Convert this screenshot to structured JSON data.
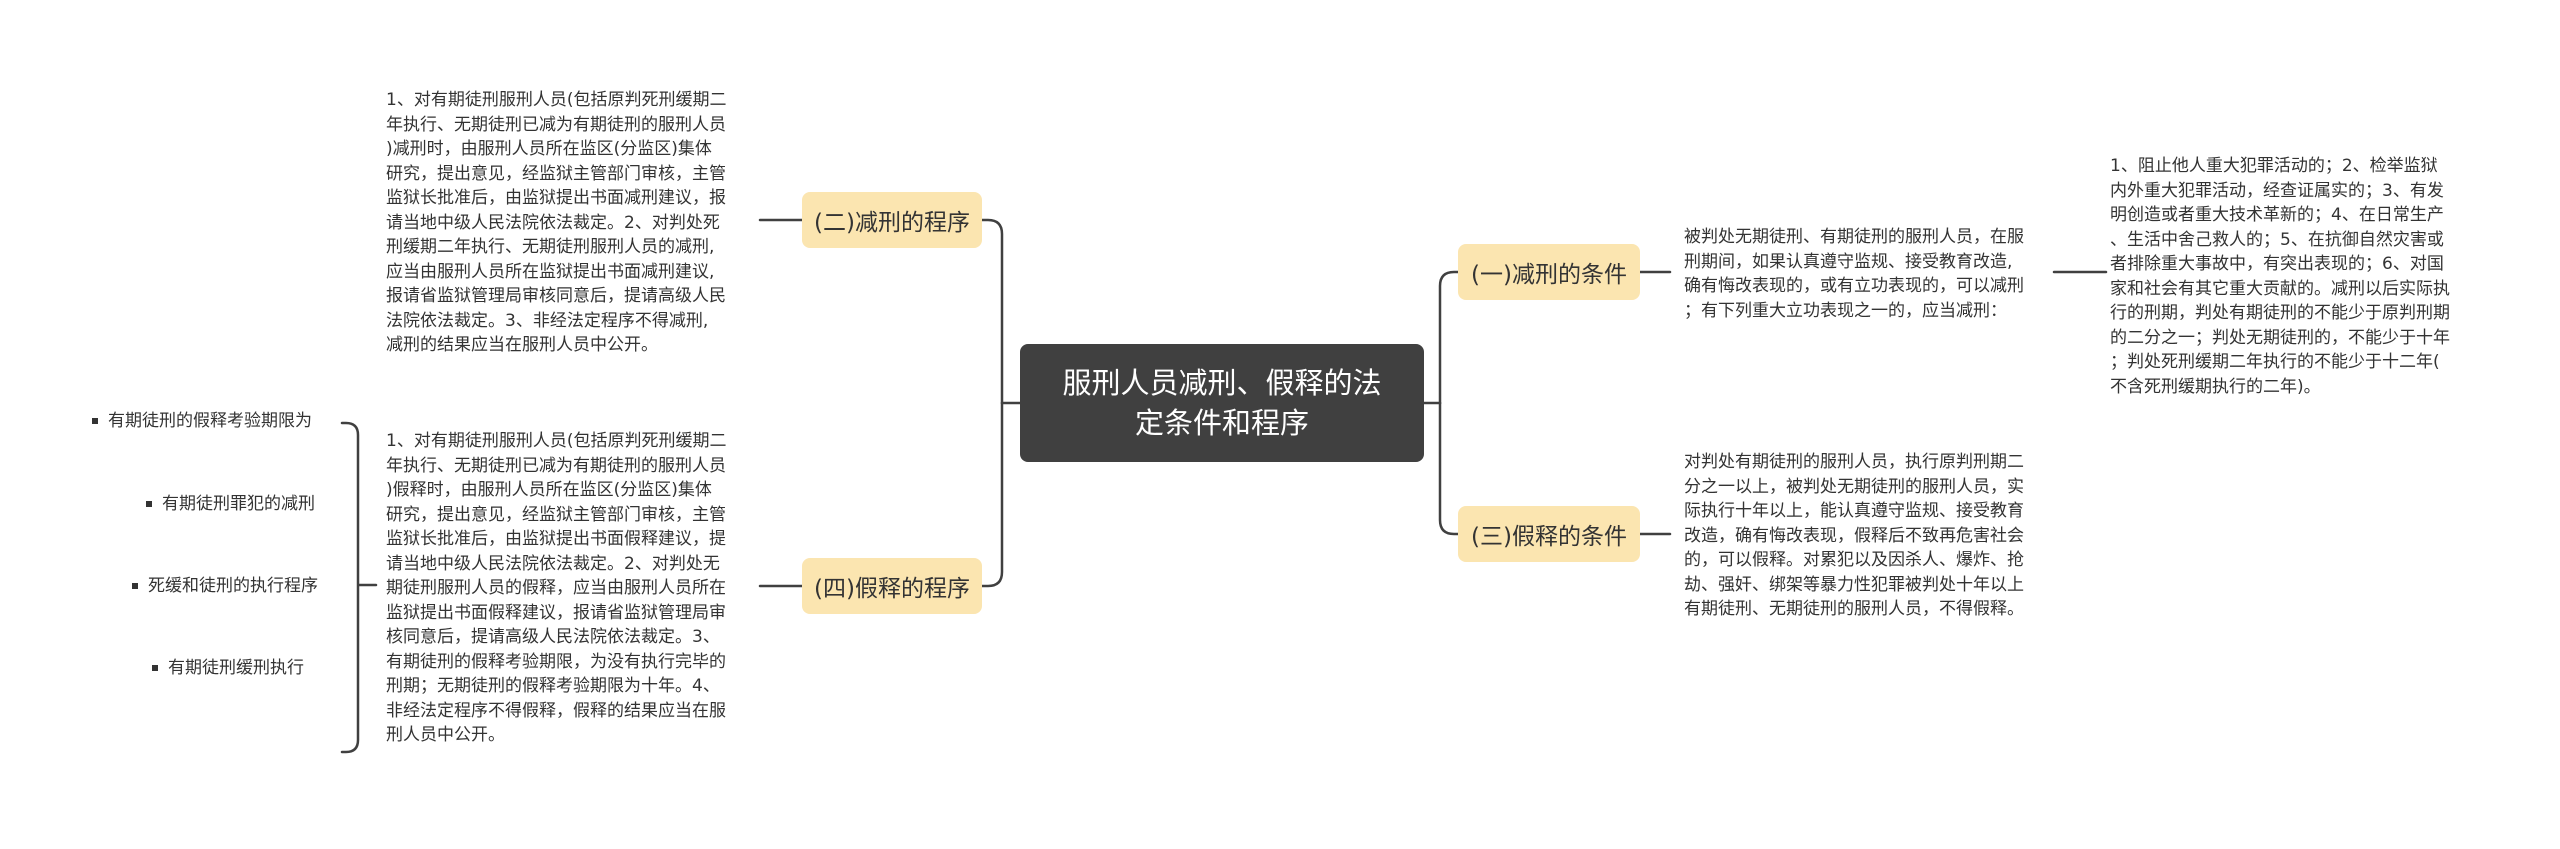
{
  "root": {
    "title": "服刑人员减刑、假释的法\n定条件和程序"
  },
  "branches": {
    "jianxing_chengxu": "(二)减刑的程序",
    "jiashi_chengxu": "(四)假释的程序",
    "jianxing_tiaojian": "(一)减刑的条件",
    "jiashi_tiaojian": "(三)假释的条件"
  },
  "texts": {
    "jianxing_chengxu": "1、对有期徒刑服刑人员(包括原判死刑缓期二\n年执行、无期徒刑已减为有期徒刑的服刑人员\n)减刑时，由服刑人员所在监区(分监区)集体\n研究，提出意见，经监狱主管部门审核，主管\n监狱长批准后，由监狱提出书面减刑建议，报\n请当地中级人民法院依法裁定。2、对判处死\n刑缓期二年执行、无期徒刑服刑人员的减刑,\n应当由服刑人员所在监狱提出书面减刑建议,\n报请省监狱管理局审核同意后，提请高级人民\n法院依法裁定。3、非经法定程序不得减刑,\n减刑的结果应当在服刑人员中公开。",
    "jiashi_chengxu": "1、对有期徒刑服刑人员(包括原判死刑缓期二\n年执行、无期徒刑已减为有期徒刑的服刑人员\n)假释时，由服刑人员所在监区(分监区)集体\n研究，提出意见，经监狱主管部门审核，主管\n监狱长批准后，由监狱提出书面假释建议，提\n请当地中级人民法院依法裁定。2、对判处无\n期徒刑服刑人员的假释，应当由服刑人员所在\n监狱提出书面假释建议，报请省监狱管理局审\n核同意后，提请高级人民法院依法裁定。3、\n有期徒刑的假释考验期限，为没有执行完毕的\n刑期；无期徒刑的假释考验期限为十年。4、\n非经法定程序不得假释，假释的结果应当在服\n刑人员中公开。",
    "jianxing_tiaojian": "被判处无期徒刑、有期徒刑的服刑人员，在服\n刑期间，如果认真遵守监规、接受教育改造,\n确有悔改表现的，或有立功表现的，可以减刑\n；有下列重大立功表现之一的，应当减刑：",
    "jianxing_tiaojian_sub": "1、阻止他人重大犯罪活动的；2、检举监狱\n内外重大犯罪活动，经查证属实的；3、有发\n明创造或者重大技术革新的；4、在日常生产\n、生活中舍己救人的；5、在抗御自然灾害或\n者排除重大事故中，有突出表现的；6、对国\n家和社会有其它重大贡献的。减刑以后实际执\n行的刑期，判处有期徒刑的不能少于原判刑期\n的二分之一；判处无期徒刑的，不能少于十年\n；判处死刑缓期二年执行的不能少于十二年(\n不含死刑缓期执行的二年)。",
    "jiashi_tiaojian": "对判处有期徒刑的服刑人员，执行原判刑期二\n分之一以上，被判处无期徒刑的服刑人员，实\n际执行十年以上，能认真遵守监规、接受教育\n改造，确有悔改表现，假释后不致再危害社会\n的，可以假释。对累犯以及因杀人、爆炸、抢\n劫、强奸、绑架等暴力性犯罪被判处十年以上\n有期徒刑、无期徒刑的服刑人员，不得假释。"
  },
  "leaves": [
    "有期徒刑的假释考验期限为",
    "有期徒刑罪犯的减刑",
    "死缓和徒刑的执行程序",
    "有期徒刑缓刑执行"
  ],
  "colors": {
    "root_bg": "#404040",
    "branch_bg": "#fbe5b0",
    "line": "#404040"
  }
}
